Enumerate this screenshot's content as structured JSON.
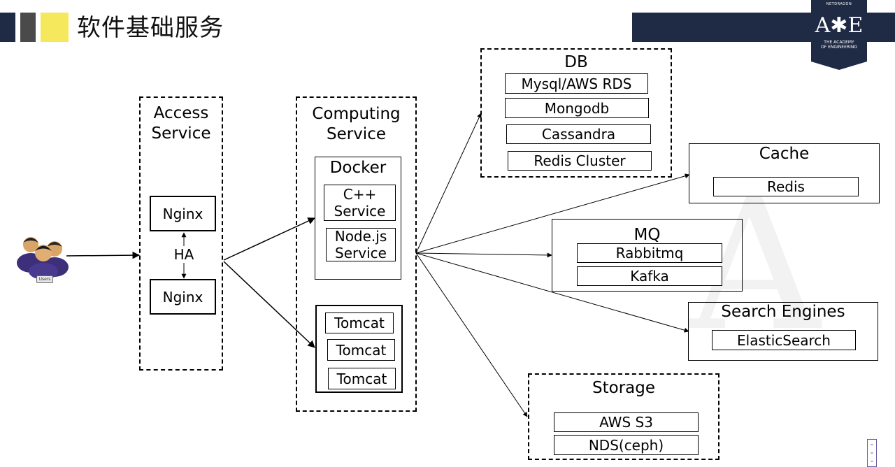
{
  "header": {
    "title": "软件基础服务",
    "colors": {
      "dark_bar": "#1f2a44",
      "gray_bar": "#4a4a4a",
      "accent_yellow": "#f5e85c"
    }
  },
  "logo": {
    "top_text": "NETDRAGON",
    "mark": "A✱E",
    "sub_line1": "THE ACADEMY",
    "sub_line2": "OF ENGINEERING"
  },
  "users": {
    "label": "Users"
  },
  "access_service": {
    "label": "Access\nService",
    "nodes": [
      "Nginx",
      "Nginx"
    ],
    "ha_label": "HA"
  },
  "computing_service": {
    "label": "Computing\nService",
    "docker": {
      "label": "Docker",
      "items": [
        "C++\nService",
        "Node.js\nService"
      ]
    },
    "tomcat": {
      "items": [
        "Tomcat",
        "Tomcat",
        "Tomcat"
      ]
    }
  },
  "db": {
    "label": "DB",
    "items": [
      "Mysql/AWS RDS",
      "Mongodb",
      "Cassandra",
      "Redis Cluster"
    ]
  },
  "cache": {
    "label": "Cache",
    "items": [
      "Redis"
    ]
  },
  "mq": {
    "label": "MQ",
    "items": [
      "Rabbitmq",
      "Kafka"
    ]
  },
  "search": {
    "label": "Search Engines",
    "items": [
      "ElasticSearch"
    ]
  },
  "storage": {
    "label": "Storage",
    "items": [
      "AWS S3",
      "NDS(ceph)"
    ]
  }
}
